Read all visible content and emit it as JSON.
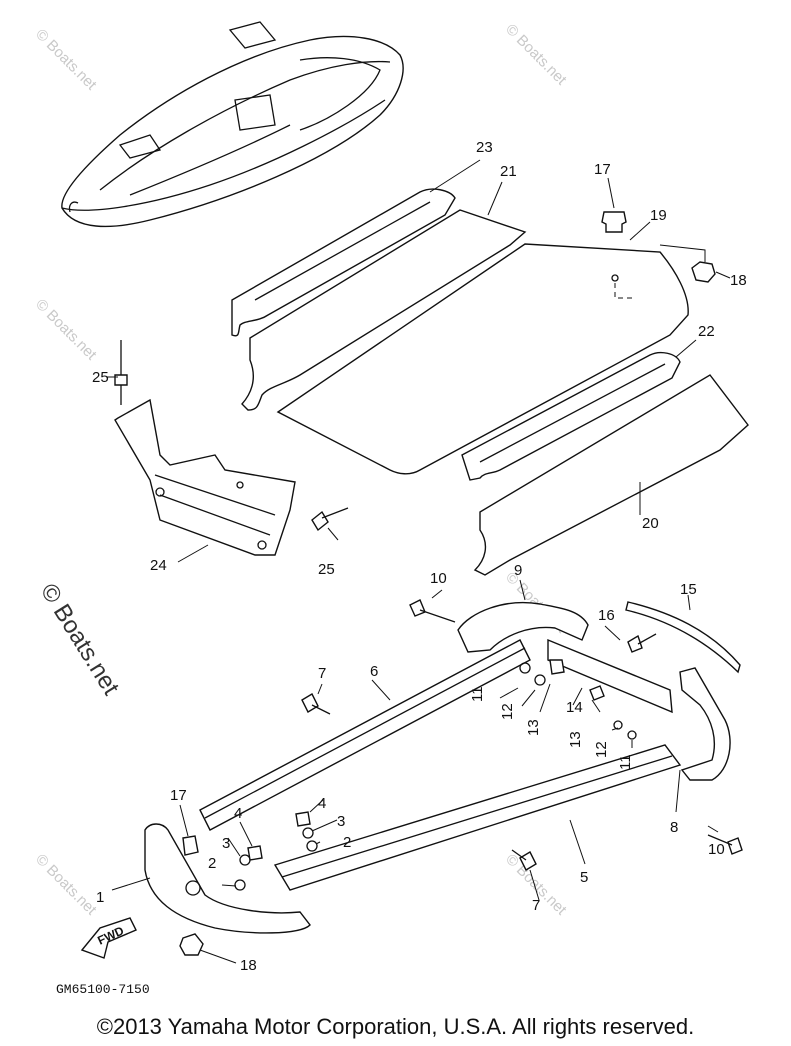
{
  "diagram_code": "GM65100-7150",
  "copyright": "©2013 Yamaha Motor Corporation, U.S.A. All rights reserved.",
  "direction_arrow": "FWD",
  "watermarks": {
    "main": "© Boats.net",
    "tile": "© Boats.net"
  },
  "callouts": {
    "c1": "1",
    "c2a": "2",
    "c2b": "2",
    "c3a": "3",
    "c3b": "3",
    "c4a": "4",
    "c4b": "4",
    "c5": "5",
    "c6": "6",
    "c7a": "7",
    "c7b": "7",
    "c8": "8",
    "c9": "9",
    "c10a": "10",
    "c10b": "10",
    "c11a": "11",
    "c11b": "11",
    "c12a": "12",
    "c12b": "12",
    "c13a": "13",
    "c13b": "13",
    "c14": "14",
    "c15": "15",
    "c16": "16",
    "c17a": "17",
    "c17b": "17",
    "c18a": "18",
    "c18b": "18",
    "c19": "19",
    "c20": "20",
    "c21": "21",
    "c22": "22",
    "c23": "23",
    "c24": "24",
    "c25a": "25",
    "c25b": "25"
  }
}
